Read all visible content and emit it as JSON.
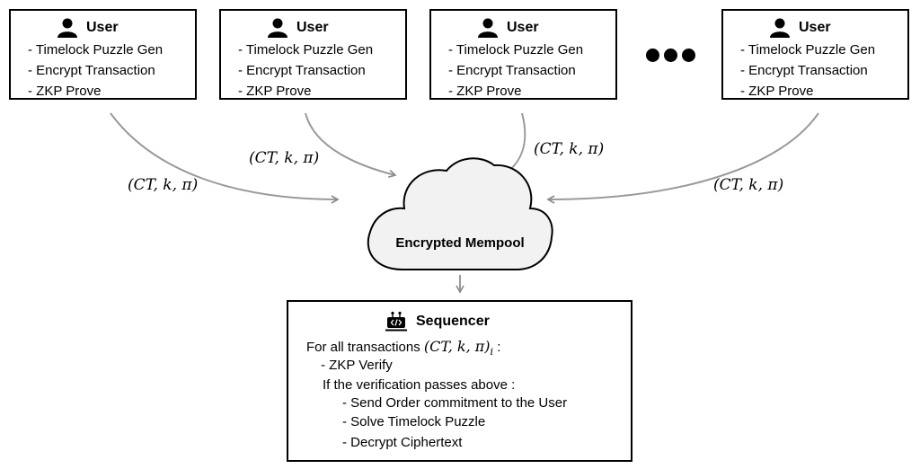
{
  "users": [
    {
      "title": "User",
      "steps": [
        "- Timelock Puzzle Gen",
        "- Encrypt Transaction",
        "- ZKP Prove"
      ]
    },
    {
      "title": "User",
      "steps": [
        "- Timelock Puzzle Gen",
        "- Encrypt Transaction",
        "- ZKP Prove"
      ]
    },
    {
      "title": "User",
      "steps": [
        "- Timelock Puzzle Gen",
        "- Encrypt Transaction",
        "- ZKP Prove"
      ]
    },
    {
      "title": "User",
      "steps": [
        "- Timelock Puzzle Gen",
        "- Encrypt Transaction",
        "- ZKP Prove"
      ]
    }
  ],
  "edge_labels": [
    "(CT, k, π)",
    "(CT, k, π)",
    "(CT, k, π)",
    "(CT, k, π)"
  ],
  "mempool": {
    "label": "Encrypted Mempool"
  },
  "sequencer": {
    "title": "Sequencer",
    "intro": "For all transactions",
    "intro_math": "(CT, k, π)",
    "intro_sub": "i",
    "intro_suffix": " :",
    "verify": "- ZKP Verify",
    "condition": "If the verification passes above :",
    "actions": [
      "- Send Order commitment to the User",
      "- Solve Timelock Puzzle",
      "- Decrypt Ciphertext"
    ]
  },
  "icons": {
    "user": "person-icon",
    "sequencer": "robot-code-icon",
    "ellipsis": "ellipsis-dots"
  }
}
